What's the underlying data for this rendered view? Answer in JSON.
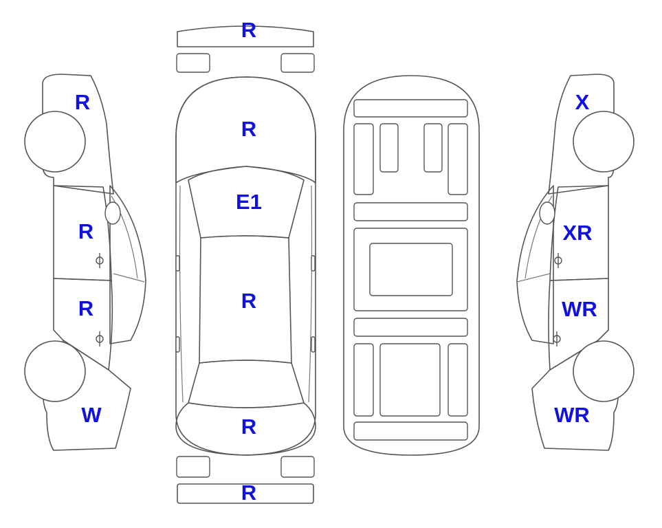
{
  "colors": {
    "damage_fill": "#F9A72B",
    "light_fill": "#DEF3FA",
    "none_fill": "#FFFFFF",
    "outline": "#555555",
    "label_text": "#1010E0"
  },
  "panels": {
    "front_bumper": {
      "code": "R",
      "fill": "damage"
    },
    "hood": {
      "code": "R",
      "fill": "damage"
    },
    "windshield": {
      "code": "E1",
      "fill": "damage"
    },
    "roof": {
      "code": "R",
      "fill": "damage"
    },
    "trunk": {
      "code": "R",
      "fill": "damage"
    },
    "rear_bumper": {
      "code": "R",
      "fill": "damage"
    },
    "left_front_fender": {
      "code": "R",
      "fill": "damage"
    },
    "left_front_door": {
      "code": "R",
      "fill": "damage"
    },
    "left_rear_door": {
      "code": "R",
      "fill": "damage"
    },
    "left_rear_quarter": {
      "code": "W",
      "fill": "damage"
    },
    "right_front_fender": {
      "code": "X",
      "fill": "light"
    },
    "right_front_door": {
      "code": "XR",
      "fill": "light"
    },
    "right_rear_door": {
      "code": "WR",
      "fill": "damage"
    },
    "right_rear_quarter": {
      "code": "WR",
      "fill": "damage"
    }
  }
}
